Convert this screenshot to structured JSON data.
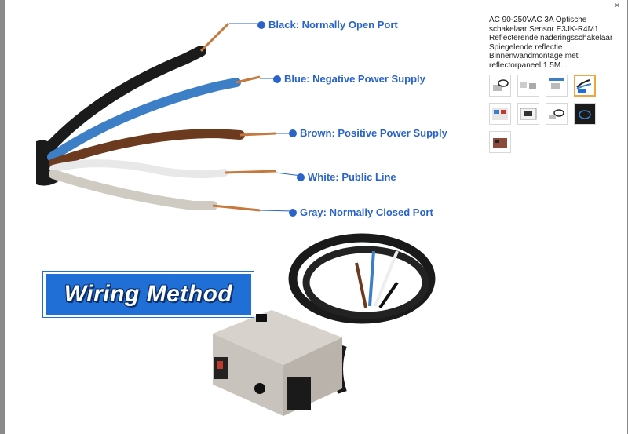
{
  "image": {
    "callouts": [
      {
        "label": "Black:  Normally Open Port"
      },
      {
        "label": "Blue:  Negative Power Supply"
      },
      {
        "label": "Brown:  Positive Power Supply"
      },
      {
        "label": "White:  Public Line"
      },
      {
        "label": "Gray:  Normally Closed Port"
      }
    ],
    "badge": "Wiring Method",
    "callout_color": "#2a63c9",
    "badge_color": "#1f6fd6"
  },
  "product": {
    "title": "AC 90-250VAC 3A Optische schakelaar Sensor E3JK-R4M1 Reflecterende naderingsschakelaar Spiegelende reflectie Binnenwandmontage met reflectorpaneel 1.5M..."
  },
  "thumbnails": {
    "selected_index": 3,
    "selected_color": "#f0a640"
  },
  "close": {
    "glyph": "×"
  }
}
